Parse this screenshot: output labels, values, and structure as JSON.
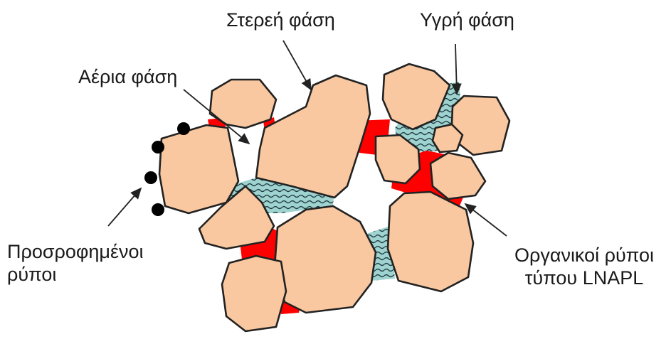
{
  "labels": {
    "solid_phase": "Στερεή φάση",
    "liquid_phase": "Υγρή φάση",
    "gas_phase": "Αέρια φάση",
    "adsorbed_line1": "Προσροφημένοι",
    "adsorbed_line2": "ρύποι",
    "lnapl_line1": "Οργανικοί ρύποι",
    "lnapl_line2": "τύπου LNAPL"
  },
  "colors": {
    "grain": "#f9c8a0",
    "water": "#9fd3cf",
    "water_wave": "#1e3b43",
    "lnapl": "#ff0000",
    "outline": "#222222",
    "adsorbed_dot": "#000000"
  }
}
